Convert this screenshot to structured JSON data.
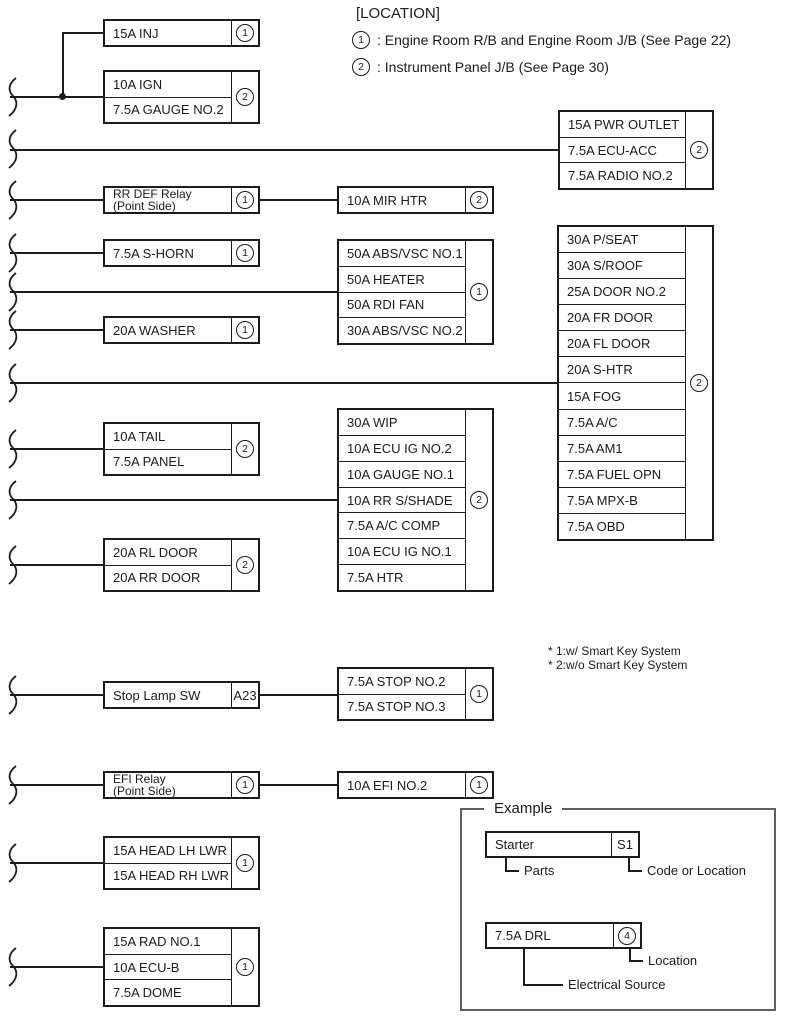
{
  "location_legend": {
    "title": "[LOCATION]",
    "items": [
      {
        "num": "1",
        "text": ": Engine Room R/B and Engine Room J/B (See Page 22)"
      },
      {
        "num": "2",
        "text": ": Instrument Panel J/B (See Page 30)"
      }
    ]
  },
  "notes": {
    "line1": "* 1:w/ Smart Key System",
    "line2": "* 2:w/o Smart Key System"
  },
  "groups": [
    {
      "id": "inj",
      "rows": [
        "15A INJ"
      ],
      "tag": "1",
      "tag_type": "circle"
    },
    {
      "id": "ign-gauge",
      "rows": [
        "10A IGN",
        "7.5A GAUGE NO.2"
      ],
      "tag": "2",
      "tag_type": "circle"
    },
    {
      "id": "pwr-outlet",
      "rows": [
        "15A PWR OUTLET",
        "7.5A ECU-ACC",
        "7.5A RADIO NO.2"
      ],
      "tag": "2",
      "tag_type": "circle"
    },
    {
      "id": "rr-def-relay",
      "line1": "RR DEF Relay",
      "line2": "(Point Side)",
      "tag": "1",
      "tag_type": "circle"
    },
    {
      "id": "mir-htr",
      "rows": [
        "10A MIR HTR"
      ],
      "tag": "2",
      "tag_type": "circle"
    },
    {
      "id": "s-horn",
      "rows": [
        "7.5A S-HORN"
      ],
      "tag": "1",
      "tag_type": "circle"
    },
    {
      "id": "abs-heater",
      "rows": [
        "50A ABS/VSC NO.1",
        "50A HEATER",
        "50A RDI FAN",
        "30A ABS/VSC NO.2"
      ],
      "tag": "1",
      "tag_type": "circle"
    },
    {
      "id": "washer",
      "rows": [
        "20A WASHER"
      ],
      "tag": "1",
      "tag_type": "circle"
    },
    {
      "id": "panel-jb-column",
      "rows": [
        "30A P/SEAT",
        "30A S/ROOF",
        "25A DOOR NO.2",
        "20A FR DOOR",
        "20A FL DOOR",
        "20A S-HTR",
        "15A FOG",
        "7.5A A/C",
        "7.5A AM1",
        "7.5A FUEL OPN",
        "7.5A MPX-B",
        "7.5A OBD"
      ],
      "tag": "2",
      "tag_type": "circle"
    },
    {
      "id": "tail-panel",
      "rows": [
        "10A TAIL",
        "7.5A PANEL"
      ],
      "tag": "2",
      "tag_type": "circle"
    },
    {
      "id": "wip-column",
      "rows": [
        "30A WIP",
        "10A ECU IG NO.2",
        "10A GAUGE NO.1",
        "10A RR S/SHADE",
        "7.5A A/C COMP",
        "10A ECU IG NO.1",
        "7.5A HTR"
      ],
      "tag": "2",
      "tag_type": "circle"
    },
    {
      "id": "rl-rr-door",
      "rows": [
        "20A RL DOOR",
        "20A RR DOOR"
      ],
      "tag": "2",
      "tag_type": "circle"
    },
    {
      "id": "stop-lamp-sw",
      "rows": [
        "Stop Lamp SW"
      ],
      "tag": "A23",
      "tag_type": "code"
    },
    {
      "id": "stop-fuses",
      "rows": [
        "7.5A STOP NO.2",
        "7.5A STOP NO.3"
      ],
      "tag": "1",
      "tag_type": "circle"
    },
    {
      "id": "efi-relay",
      "line1": "EFI Relay",
      "line2": "(Point Side)",
      "tag": "1",
      "tag_type": "circle"
    },
    {
      "id": "efi-no2",
      "rows": [
        "10A EFI NO.2"
      ],
      "tag": "1",
      "tag_type": "circle"
    },
    {
      "id": "head-lwr",
      "rows": [
        "15A HEAD LH LWR",
        "15A HEAD RH LWR"
      ],
      "tag": "1",
      "tag_type": "circle"
    },
    {
      "id": "rad-ecub-dome",
      "rows": [
        "15A RAD NO.1",
        "10A ECU-B",
        "7.5A DOME"
      ],
      "tag": "1",
      "tag_type": "circle"
    }
  ],
  "example": {
    "title": "Example",
    "starter_label": "Starter",
    "starter_code": "S1",
    "parts_label": "Parts",
    "code_label": "Code or Location",
    "drl_label": "7.5A DRL",
    "drl_num": "4",
    "location_label": "Location",
    "source_label": "Electrical Source"
  }
}
